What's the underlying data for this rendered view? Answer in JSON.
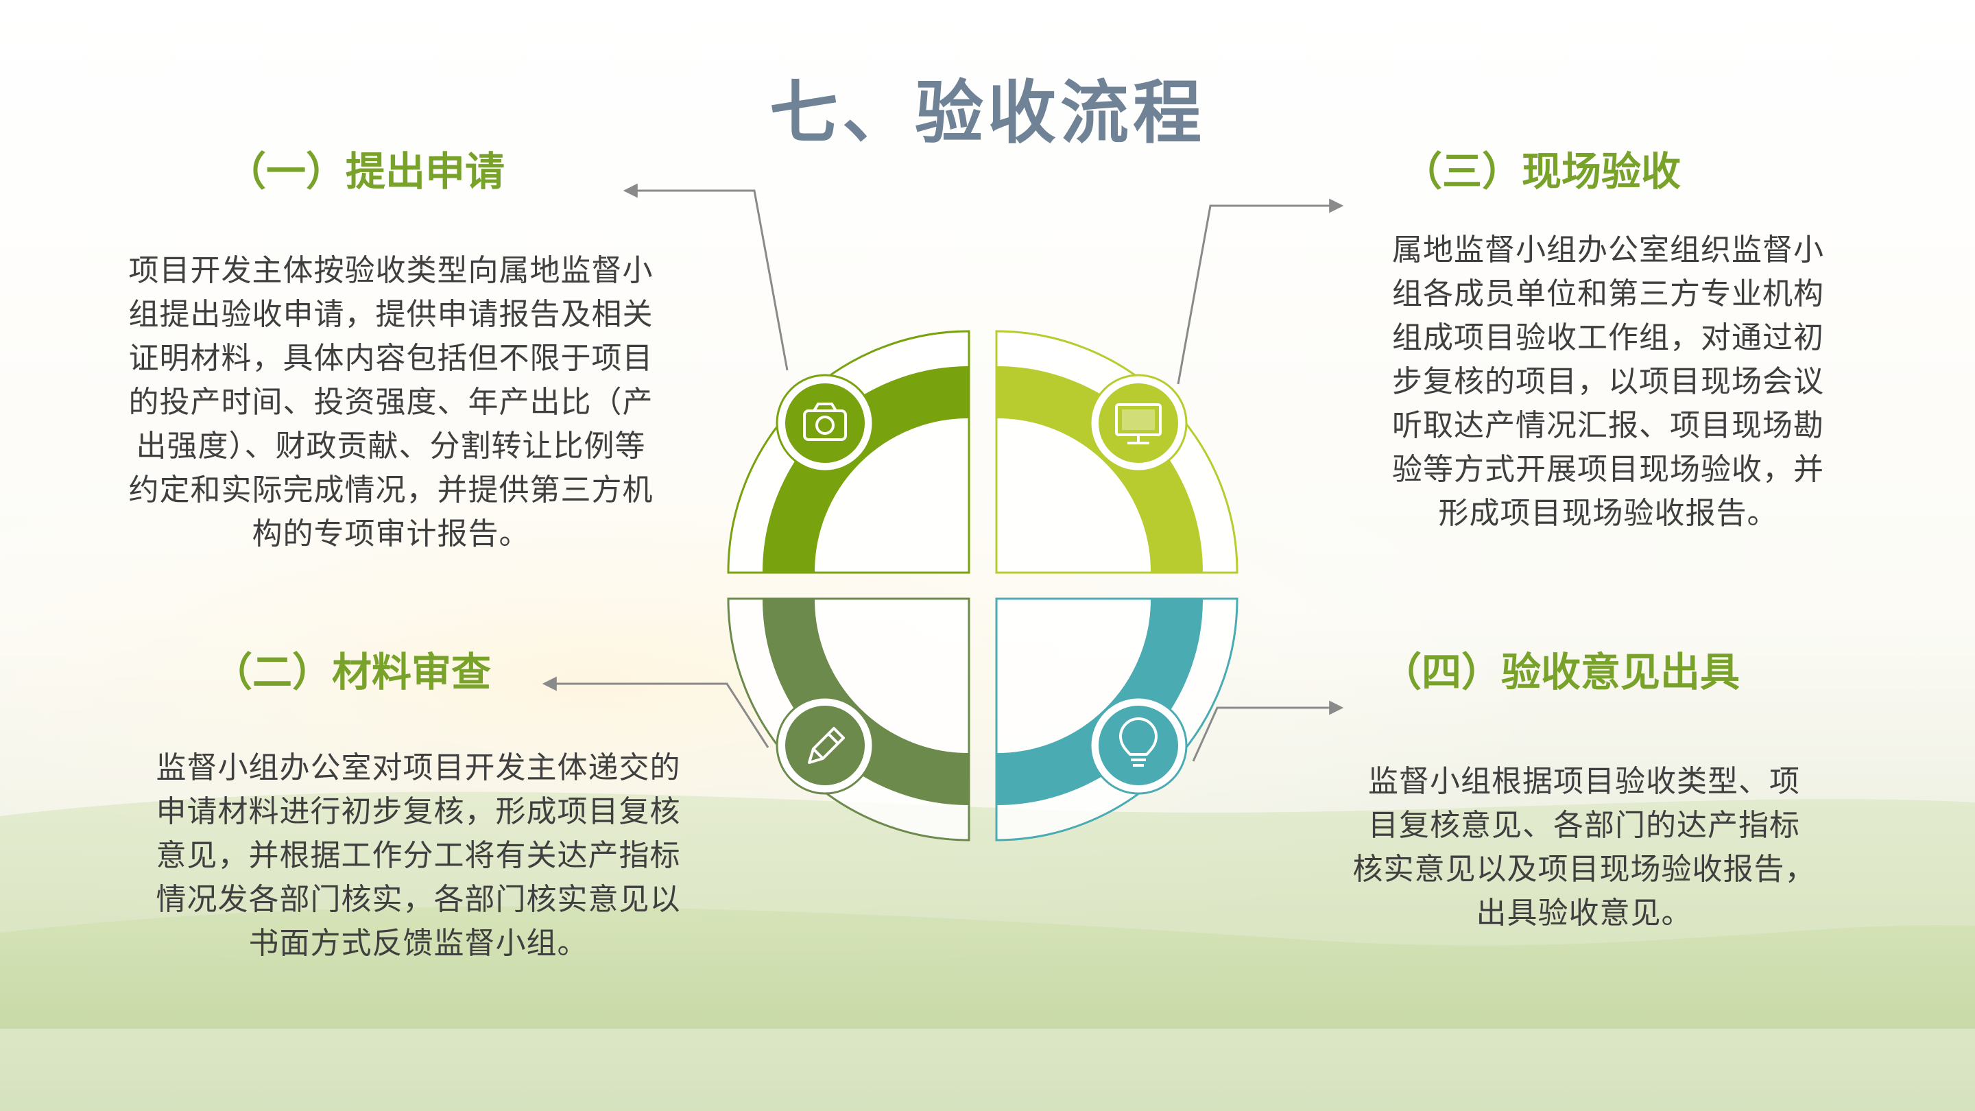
{
  "title": "七、验收流程",
  "steps": [
    {
      "heading": "（一）提出申请",
      "lines": [
        "项目开发主体按验收类型向属地监督小",
        "组提出验收申请，提供申请报告及相关",
        "证明材料，具体内容包括但不限于项目",
        "的投产时间、投资强度、年产出比（产",
        "出强度）、财政贡献、分割转让比例等",
        "约定和实际完成情况，并提供第三方机",
        "构的专项审计报告。"
      ],
      "icon": "camera-icon",
      "color": "#79a20f"
    },
    {
      "heading": "（二）材料审查",
      "lines": [
        "监督小组办公室对项目开发主体递交的",
        "申请材料进行初步复核，形成项目复核",
        "意见，并根据工作分工将有关达产指标",
        "情况发各部门核实，各部门核实意见以",
        "书面方式反馈监督小组。"
      ],
      "icon": "pencil-icon",
      "color": "#6b8a4b"
    },
    {
      "heading": "（三）现场验收",
      "lines": [
        "属地监督小组办公室组织监督小",
        "组各成员单位和第三方专业机构",
        "组成项目验收工作组，对通过初",
        "步复核的项目，以项目现场会议",
        "听取达产情况汇报、项目现场勘",
        "验等方式开展项目现场验收，并",
        "形成项目现场验收报告。"
      ],
      "icon": "monitor-icon",
      "color": "#b8cc30"
    },
    {
      "heading": "（四）验收意见出具",
      "lines": [
        "监督小组根据项目验收类型、项",
        "目复核意见、各部门的达产指标",
        "核实意见以及项目现场验收报告，",
        "出具验收意见。"
      ],
      "icon": "lightbulb-icon",
      "color": "#4aabb3"
    }
  ],
  "colors": {
    "title": "#6f8296",
    "heading": "#79a22b",
    "text": "#3f3f3f",
    "connector": "#8a8a8a"
  }
}
